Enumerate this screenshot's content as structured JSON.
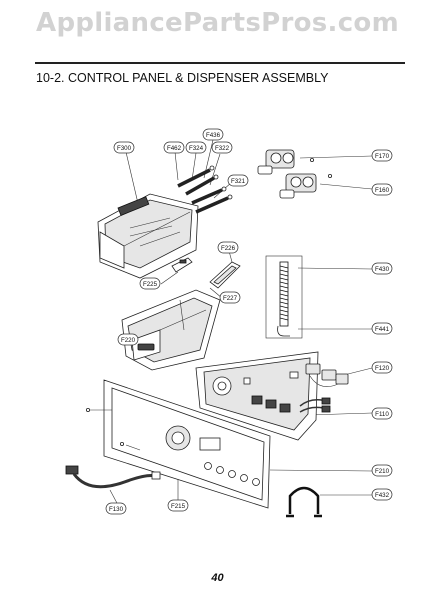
{
  "watermark": "AppliancePartsPros.com",
  "title": "10-2.  CONTROL PANEL & DISPENSER ASSEMBLY",
  "page_number": "40",
  "callouts": {
    "F436": "F436",
    "F462": "F462",
    "F324": "F324",
    "F322": "F322",
    "F321": "F321",
    "F300": "F300",
    "F170": "F170",
    "F160": "F160",
    "F226": "F226",
    "F225": "F225",
    "F227": "F227",
    "F220": "F220",
    "F430": "F430",
    "F441": "F441",
    "F120": "F120",
    "F110": "F110",
    "F210": "F210",
    "F215": "F215",
    "F130": "F130",
    "F432": "F432"
  }
}
